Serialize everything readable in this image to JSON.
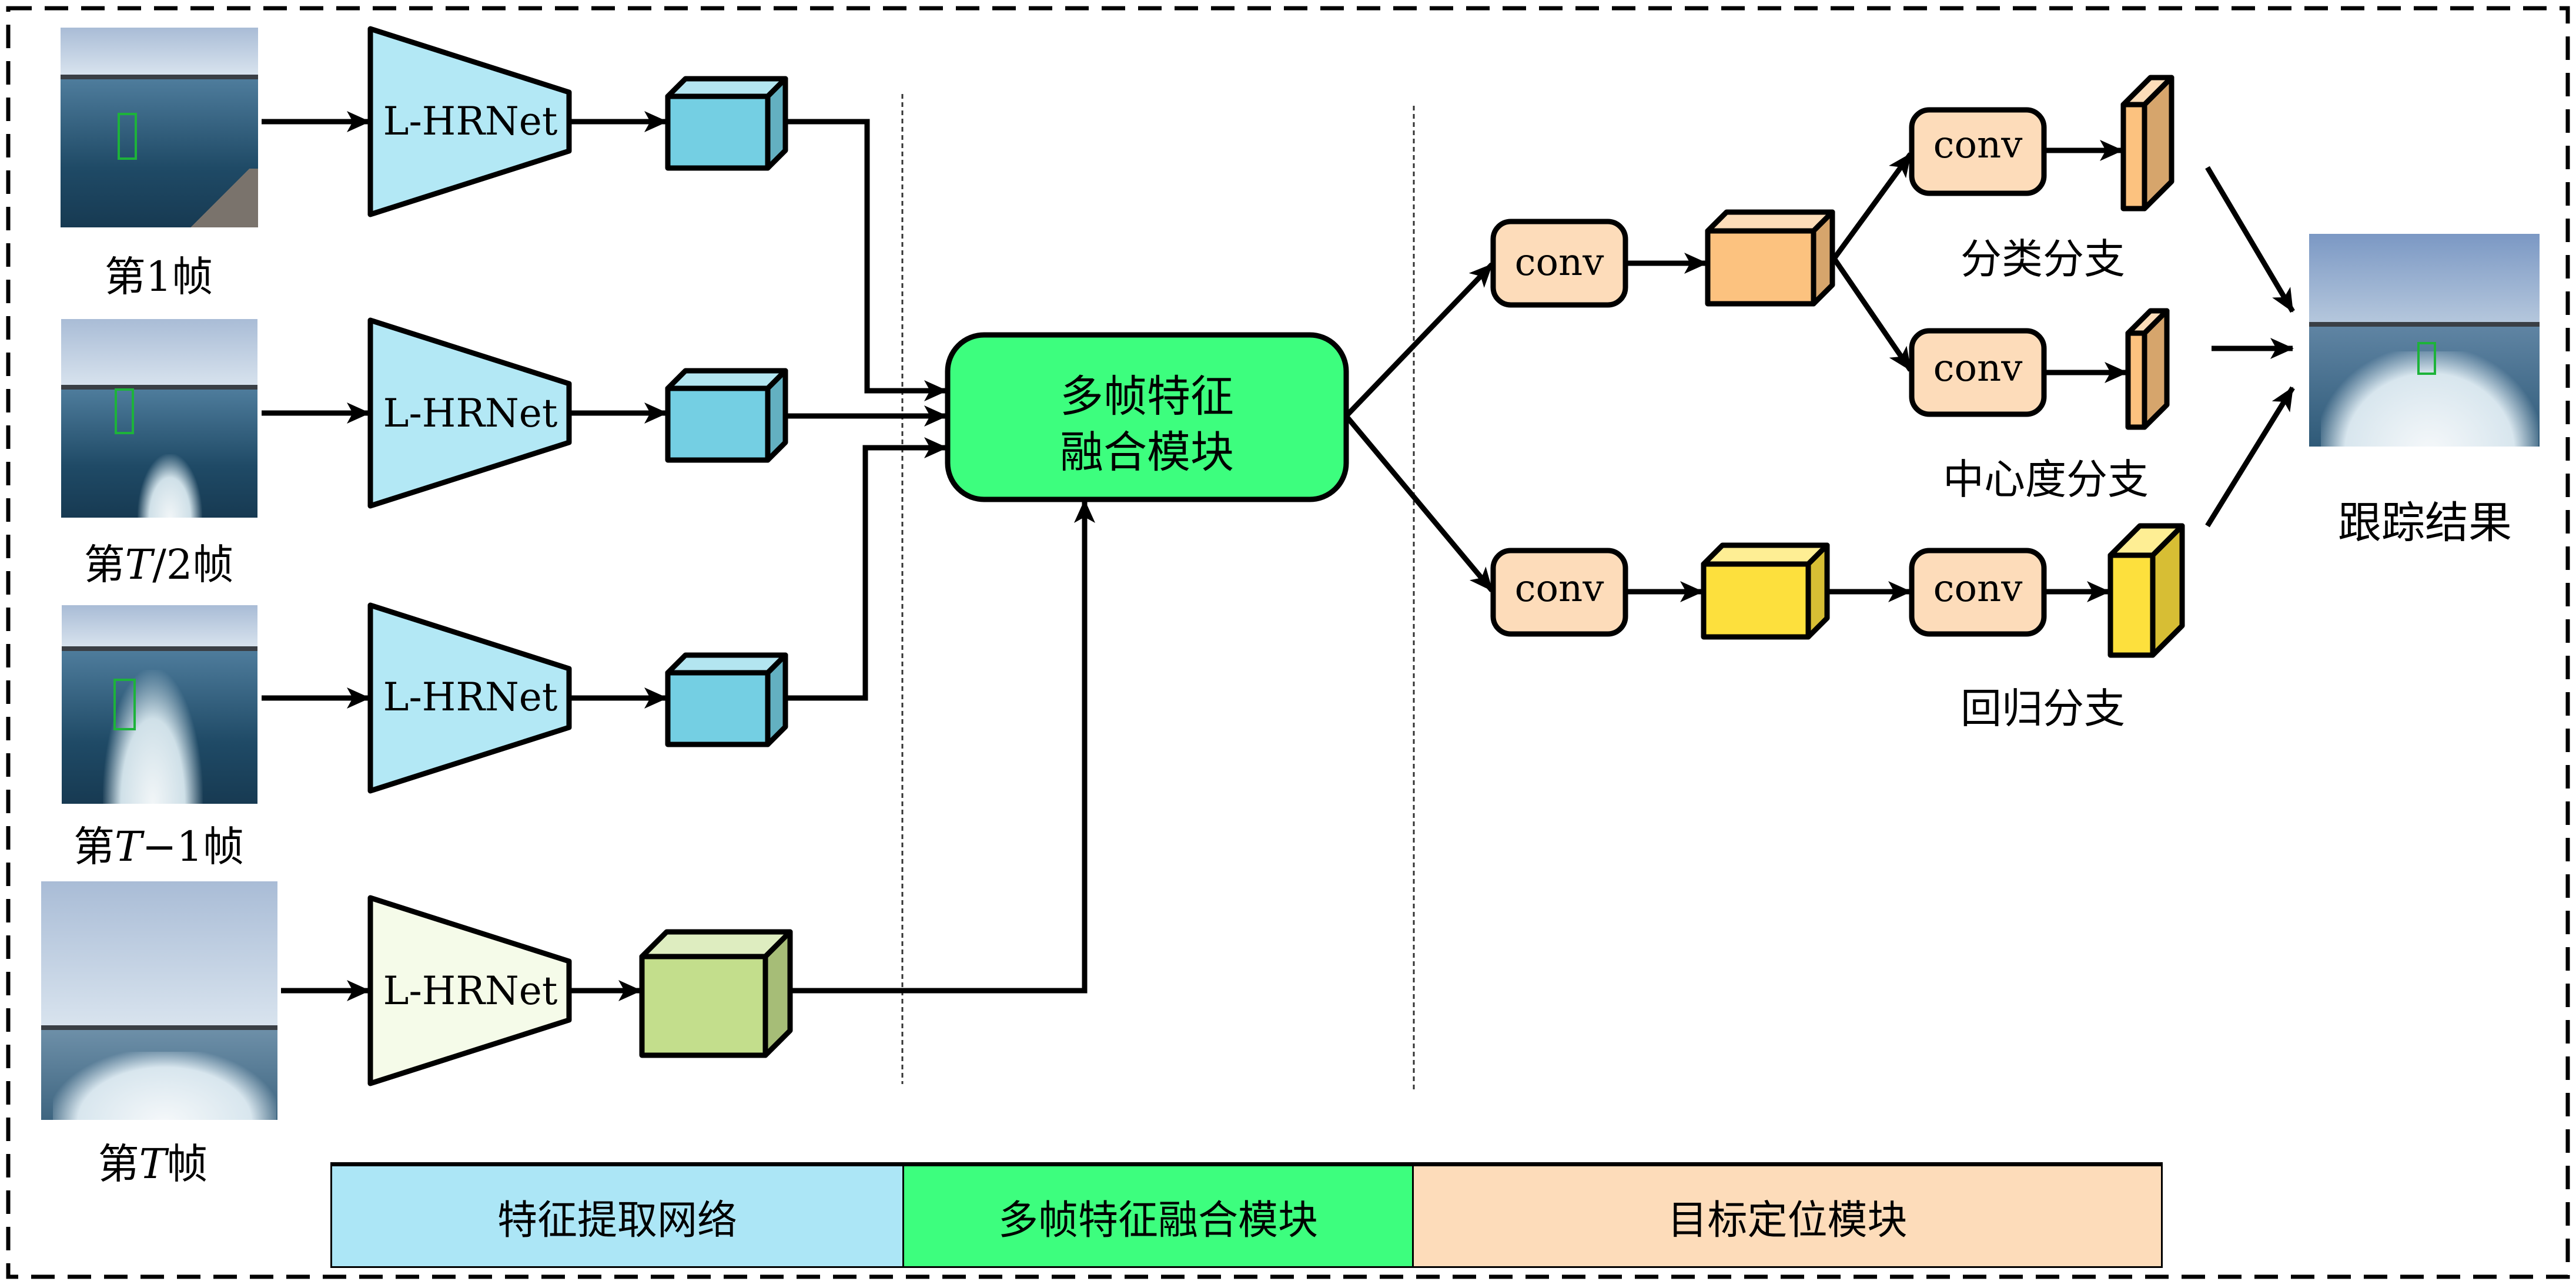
{
  "frames": [
    {
      "label": "第1帧",
      "has_bbox": true
    },
    {
      "label_prefix": "第",
      "label_var": "T",
      "label_suffix": "/2帧",
      "has_bbox": true
    },
    {
      "label_prefix": "第",
      "label_var": "T",
      "label_suffix": "−1帧",
      "has_bbox": true
    },
    {
      "label_prefix": "第",
      "label_var": "T",
      "label_suffix": "帧",
      "has_bbox": false
    }
  ],
  "backbone_label": "L-HRNet",
  "fusion_module": {
    "line1": "多帧特征",
    "line2": "融合模块"
  },
  "conv_label": "conv",
  "branches": {
    "classification": "分类分支",
    "centerness": "中心度分支",
    "regression": "回归分支"
  },
  "result_label": "跟踪结果",
  "legend": [
    {
      "label": "特征提取网络",
      "color": "#ace6f6"
    },
    {
      "label": "多帧特征融合模块",
      "color": "#3dfe7e"
    },
    {
      "label": "目标定位模块",
      "color": "#fddcba"
    }
  ],
  "colors": {
    "backbone_blue": "#b3e8f5",
    "backbone_template": "#f5fbe9",
    "cube_blue": "#74cfe3",
    "cube_green": "#c3de8c",
    "fusion_green": "#3dfe7e",
    "conv_peach": "#fddcba",
    "cube_orange": "#fcc27f",
    "cube_yellow": "#fde03d"
  }
}
